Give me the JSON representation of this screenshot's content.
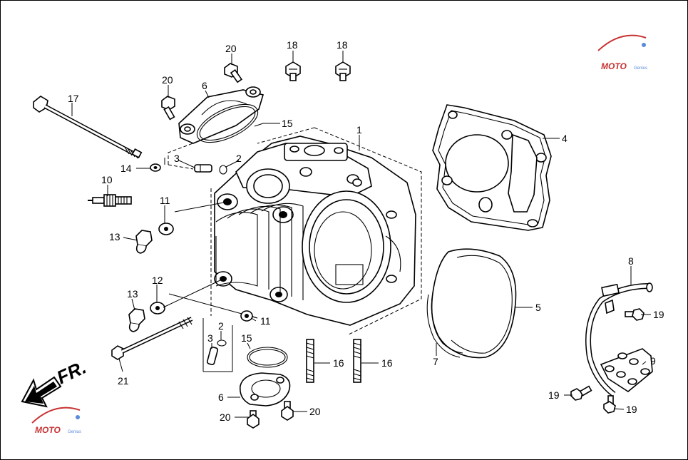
{
  "direction_label": "FR.",
  "watermark": {
    "text": "MOTO",
    "sub": "Genius",
    "color": "#c83232"
  },
  "callouts": {
    "c1": "1",
    "c2a": "2",
    "c2b": "2",
    "c3a": "3",
    "c3b": "3",
    "c4": "4",
    "c5": "5",
    "c6a": "6",
    "c6b": "6",
    "c7": "7",
    "c8": "8",
    "c9": "9",
    "c10": "10",
    "c11a": "11",
    "c11b": "11",
    "c12": "12",
    "c13a": "13",
    "c13b": "13",
    "c14": "14",
    "c15a": "15",
    "c15b": "15",
    "c16a": "16",
    "c16b": "16",
    "c17": "17",
    "c18a": "18",
    "c18b": "18",
    "c19a": "19",
    "c19b": "19",
    "c19c": "19",
    "c20a": "20",
    "c20b": "20",
    "c20c": "20",
    "c20d": "20",
    "c21": "21"
  },
  "part_icons": {
    "cylinder_head": "cylinder-head-icon",
    "gasket": "head-gasket-icon",
    "cover": "tappet-cover-icon",
    "bolt": "flange-bolt-icon",
    "stud": "stud-bolt-icon",
    "spark_plug": "spark-plug-icon",
    "oil_pipe": "oil-pipe-icon"
  }
}
